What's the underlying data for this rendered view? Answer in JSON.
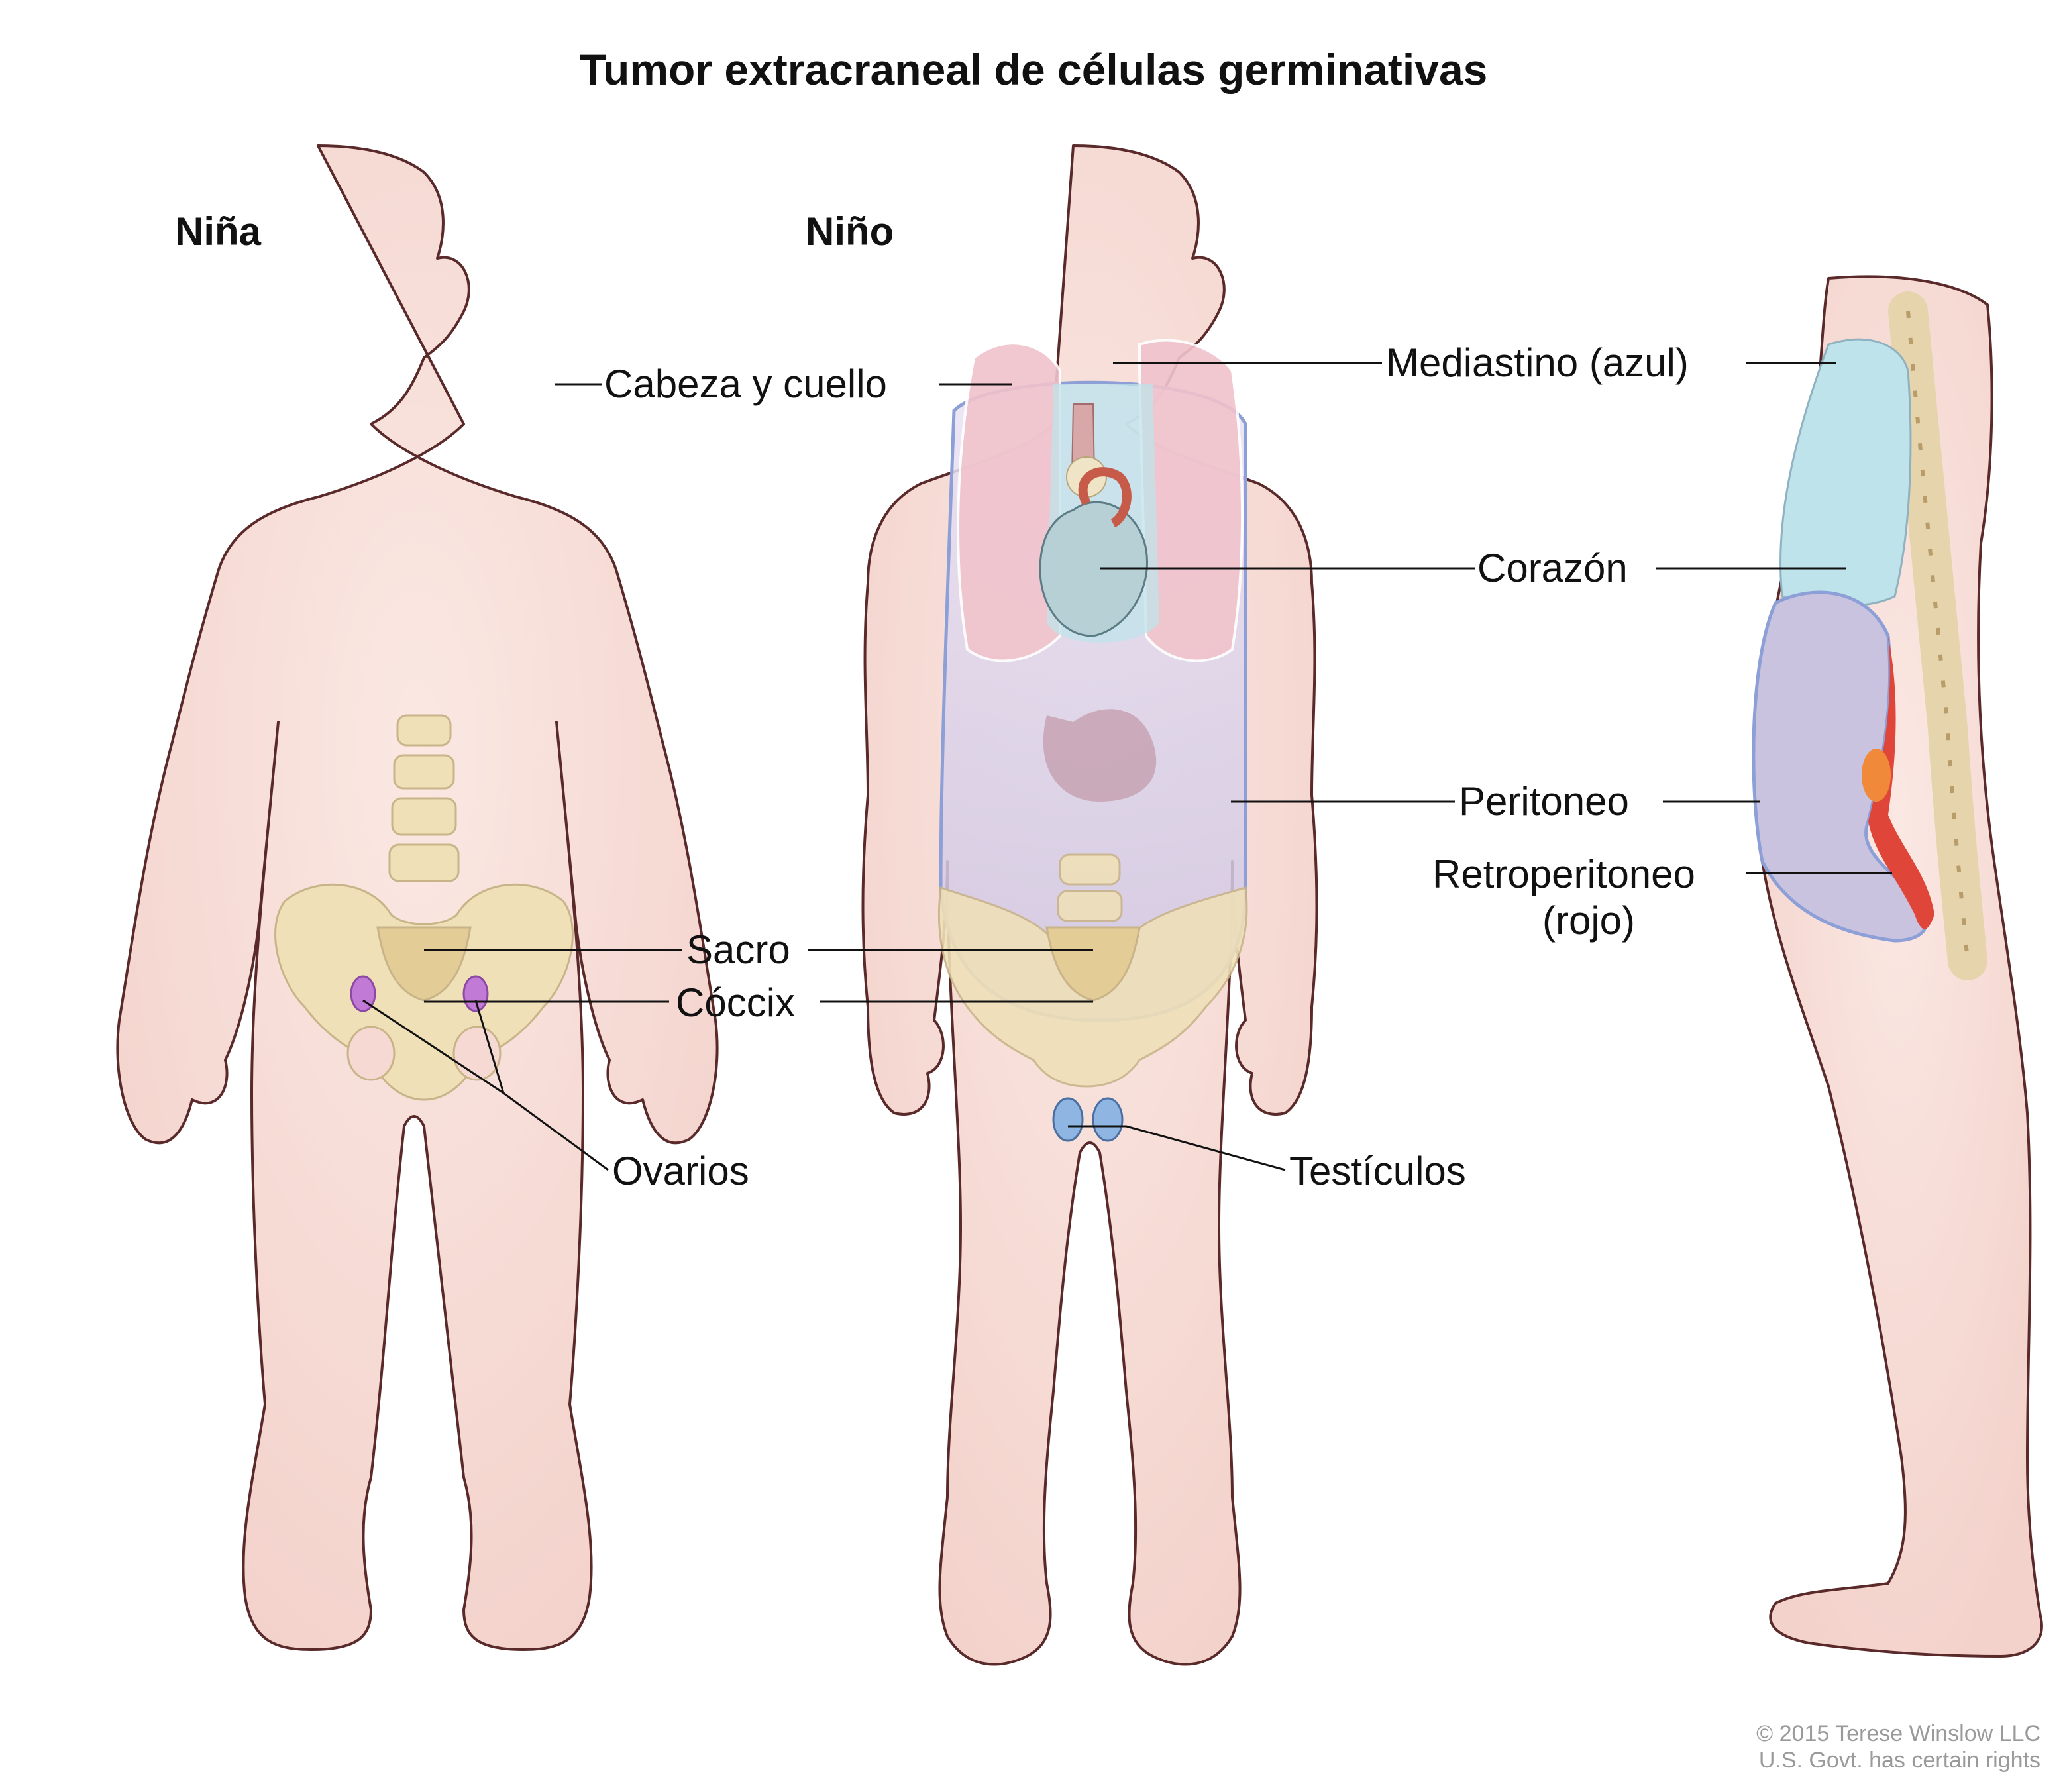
{
  "title": "Tumor extracraneal de células germinativas",
  "figures": {
    "girl": "Niña",
    "boy": "Niño"
  },
  "labels": {
    "head_neck": "Cabeza y cuello",
    "mediastinum": "Mediastino (azul)",
    "heart": "Corazón",
    "peritoneum": "Peritoneo",
    "retroperitoneum_1": "Retroperitoneo",
    "retroperitoneum_2": "(rojo)",
    "sacrum": "Sacro",
    "coccyx": "Cóccix",
    "ovaries": "Ovarios",
    "testicles": "Testículos"
  },
  "credit": {
    "line1": "© 2015 Terese Winslow LLC",
    "line2": "U.S. Govt. has certain rights"
  },
  "colors": {
    "skin": "#f6d9d3",
    "outline": "#5a2a2a",
    "bone": "#efe0b8",
    "mediastinum": "#bfe3ea",
    "peritoneum": "#c9c3df",
    "retroperitoneum": "#e0453a",
    "lung": "#f1c3cc",
    "ovary": "#c17ad6",
    "testicle": "#8fb6e3"
  }
}
